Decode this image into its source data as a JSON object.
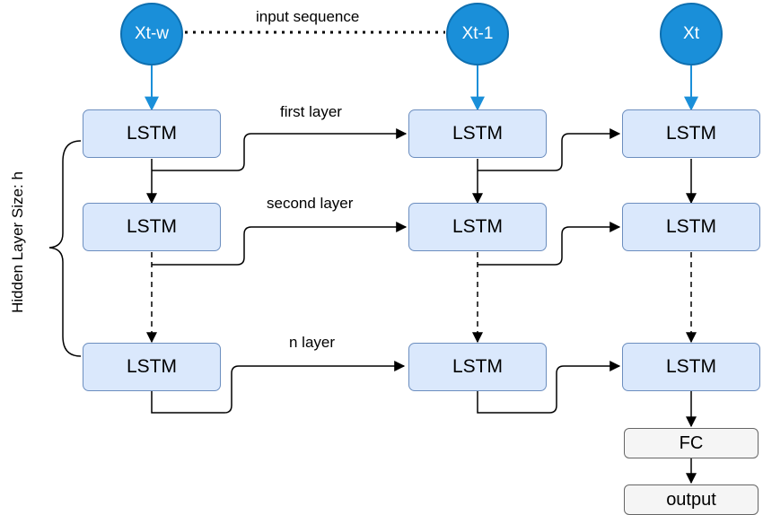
{
  "inputs": [
    "Xt-w",
    "Xt-1",
    "Xt"
  ],
  "cell_label": "LSTM",
  "layer_labels": [
    "first layer",
    "second layer",
    "n layer"
  ],
  "input_sequence_label": "input sequence",
  "hidden_size_label": "Hidden Layer Size: h",
  "fc_label": "FC",
  "output_label": "output",
  "colors": {
    "input_fill": "#1a8fd9",
    "cell_fill": "#dae8fc",
    "cell_border": "#6c8ebf",
    "box_fill": "#f5f5f5"
  }
}
